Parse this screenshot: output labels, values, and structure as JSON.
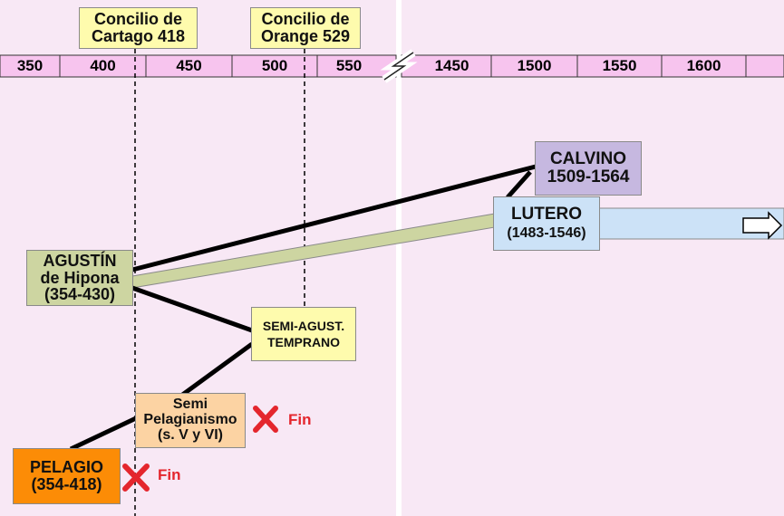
{
  "timeline": {
    "ticks_left": [
      "350",
      "400",
      "450",
      "500",
      "550"
    ],
    "ticks_right": [
      "1450",
      "1500",
      "1550",
      "1600"
    ]
  },
  "councils": [
    {
      "line1": "Concilio de",
      "line2": "Cartago 418"
    },
    {
      "line1": "Concilio de",
      "line2": "Orange 529"
    }
  ],
  "nodes": {
    "agustin": {
      "line1": "AGUSTÍN",
      "line2": "de Hipona",
      "line3": "(354-430)",
      "color": "#cdd5a1"
    },
    "calvino": {
      "line1": "CALVINO",
      "line2": "1509-1564",
      "color": "#c6b8e0"
    },
    "lutero": {
      "line1": "LUTERO",
      "line2": "(1483-1546)",
      "color": "#cce2f7"
    },
    "semi_agust": {
      "line1": "SEMI-AGUST.",
      "line2": "TEMPRANO",
      "color": "#fefbad"
    },
    "semipelagianismo": {
      "line1": "Semi",
      "line2": "Pelagianismo",
      "line3": "(s. V y VI)",
      "color": "#fcd3a3"
    },
    "pelagio": {
      "line1": "PELAGIO",
      "line2": "(354-418)",
      "color": "#fc8c06"
    }
  },
  "end_labels": {
    "semi": "Fin",
    "pelagio": "Fin"
  },
  "colors": {
    "background": "#f8e8f5",
    "timeline": "#f7c4ee",
    "cross": "#e4262d",
    "connector": "#000000",
    "lutero_link": "#cdd5a1"
  }
}
